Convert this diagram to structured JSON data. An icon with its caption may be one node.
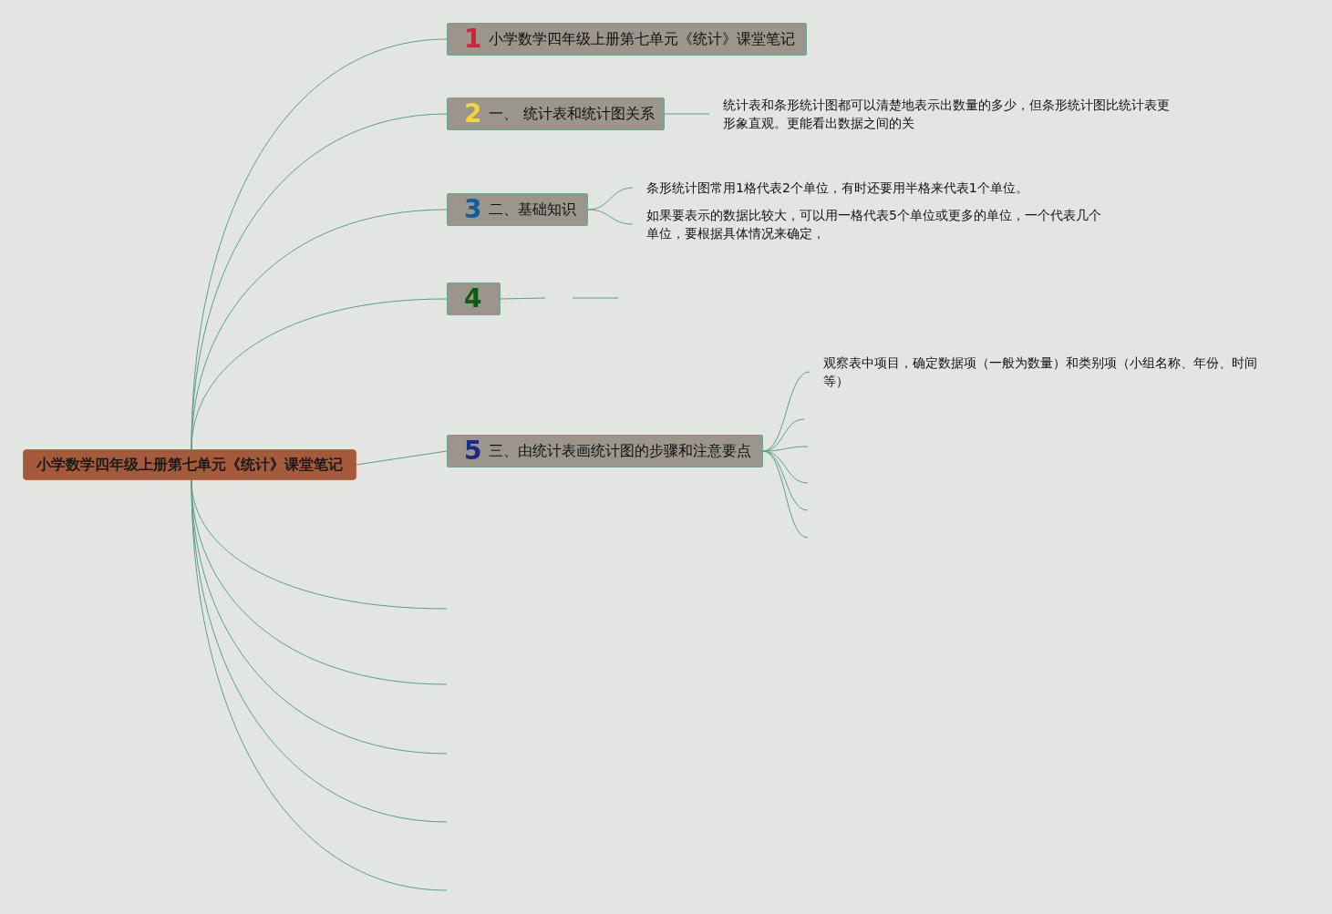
{
  "diagram": {
    "nodes": [
      {
        "text": [
          "小学数学四年级上册第七单元《统计》课堂笔记"
        ]
      },
      {
        "text": [
          "1",
          "小学数学四年级上册第七单元《统计》课堂笔记"
        ]
      },
      {
        "text": [
          "2",
          "一、 统计表和统计图关系"
        ]
      },
      {
        "text": [
          "统计表和条形统计图都可以清楚地表示出数量的多少，但条形统计图比统计表更形象直观。更能看出数据之间的关"
        ]
      },
      {
        "text": [
          "3",
          "二、基础知识"
        ]
      },
      {
        "text": [
          "条形统计图常用1格代表2个单位，有时还要用半格来代表1个单位。"
        ]
      },
      {
        "text": [
          "如果要表示的数据比较大，可以用一格代表5个单位或更多的单位，一个代表几个单位，要根据具体情况来确定，"
        ]
      },
      {
        "text": [
          "4"
        ]
      },
      {
        "text": [
          "5",
          "三、由统计表画统计图的步骤和注意要点"
        ]
      },
      {
        "text": [
          "观察表中项目，确定数据项（一般为数量）和类别项（小组名称、年份、时间等）"
        ]
      }
    ],
    "edges": [
      {
        "from": 0,
        "to": 1,
        "arrow": "none"
      },
      {
        "from": 0,
        "to": 2,
        "arrow": "none"
      },
      {
        "from": 0,
        "to": 4,
        "arrow": "none"
      },
      {
        "from": 0,
        "to": 7,
        "arrow": "none"
      },
      {
        "from": 0,
        "to": 8,
        "arrow": "none"
      },
      {
        "from": 0,
        "to": null,
        "arrow": "none"
      },
      {
        "from": 0,
        "to": null,
        "arrow": "none"
      },
      {
        "from": 0,
        "to": null,
        "arrow": "none"
      },
      {
        "from": 0,
        "to": null,
        "arrow": "none"
      },
      {
        "from": 0,
        "to": null,
        "arrow": "none"
      },
      {
        "from": 2,
        "to": 3,
        "arrow": "none"
      },
      {
        "from": 4,
        "to": 5,
        "arrow": "none"
      },
      {
        "from": 4,
        "to": 6,
        "arrow": "none"
      },
      {
        "from": 7,
        "to": null,
        "arrow": "none"
      },
      {
        "from": 8,
        "to": 9,
        "arrow": "none"
      },
      {
        "from": 8,
        "to": null,
        "arrow": "none"
      },
      {
        "from": 8,
        "to": null,
        "arrow": "none"
      },
      {
        "from": 8,
        "to": null,
        "arrow": "none"
      },
      {
        "from": 8,
        "to": null,
        "arrow": "none"
      },
      {
        "from": 8,
        "to": null,
        "arrow": "none"
      }
    ]
  }
}
